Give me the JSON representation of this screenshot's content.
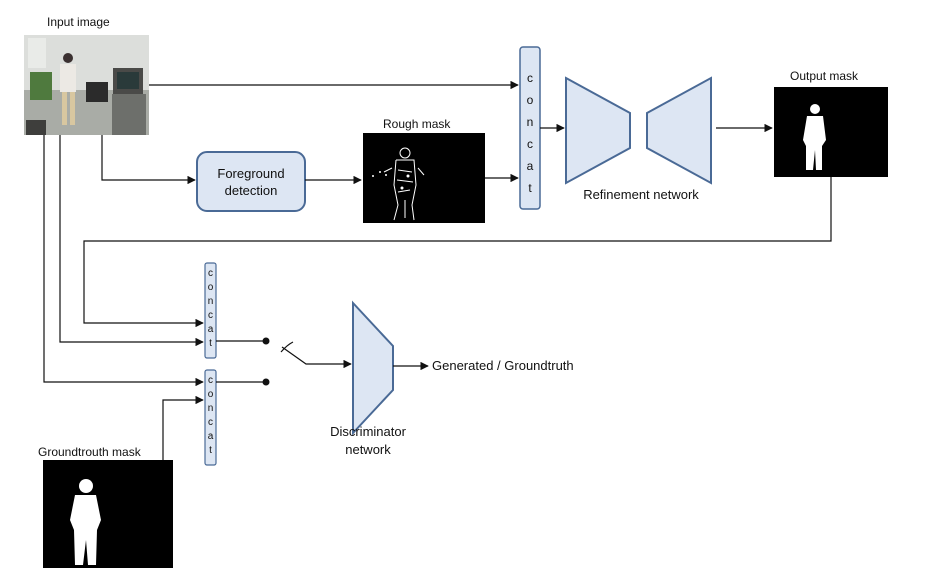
{
  "labels": {
    "input_image": "Input image",
    "rough_mask": "Rough mask",
    "output_mask": "Output mask",
    "groundtruth_mask": "Groundtrouth mask",
    "foreground_line1": "Foreground",
    "foreground_line2": "detection",
    "refinement_network": "Refinement network",
    "discriminator_line1": "Discriminator",
    "discriminator_line2": "network",
    "generated_groundtruth": "Generated / Groundtruth"
  },
  "concat_letters": [
    "c",
    "o",
    "n",
    "c",
    "a",
    "t"
  ],
  "colors": {
    "block_fill": "#dde6f3",
    "block_stroke": "#4a6a96",
    "line": "#111111"
  }
}
